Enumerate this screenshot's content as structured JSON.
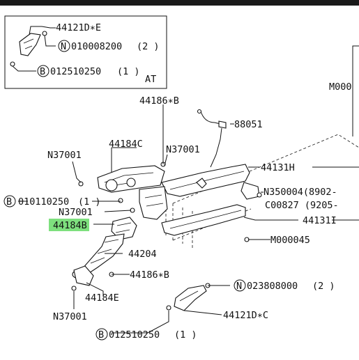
{
  "inset": {
    "part_label": "44121D∗E",
    "bolt_n_code": "010008200",
    "bolt_n_qty": "(2 )",
    "bolt_b_code": "012510250",
    "bolt_b_qty": "(1 )",
    "at_label": "AT"
  },
  "labels": {
    "m000_top": "M000",
    "p44186b_top": "44186∗B",
    "p88051": "88051",
    "p44184c": "44184C",
    "n37001_left": "N37001",
    "n37001_mid": "N37001",
    "p44131h": "44131H",
    "b010110250": "010110250",
    "b010110250_qty": "(1 )",
    "n37001_small": "N37001",
    "n350004": "N350004(8902-",
    "c00827": "C00827 (9205-",
    "p44184b": "44184B",
    "p44131i": "44131I",
    "m000045": "M000045",
    "p44204": "44204",
    "p44186b_low": "44186∗B",
    "n023808000": "023808000",
    "n023808000_qty": "(2 )",
    "p44184e": "44184E",
    "p44121dc": "44121D∗C",
    "n37001_bottom": "N37001",
    "b012510250": "012510250",
    "b012510250_qty": "(1 )"
  },
  "glyphs": {
    "n_circle": "N",
    "b_circle": "B"
  },
  "colors": {
    "highlight": "#7ee07e",
    "ink": "#111111"
  }
}
